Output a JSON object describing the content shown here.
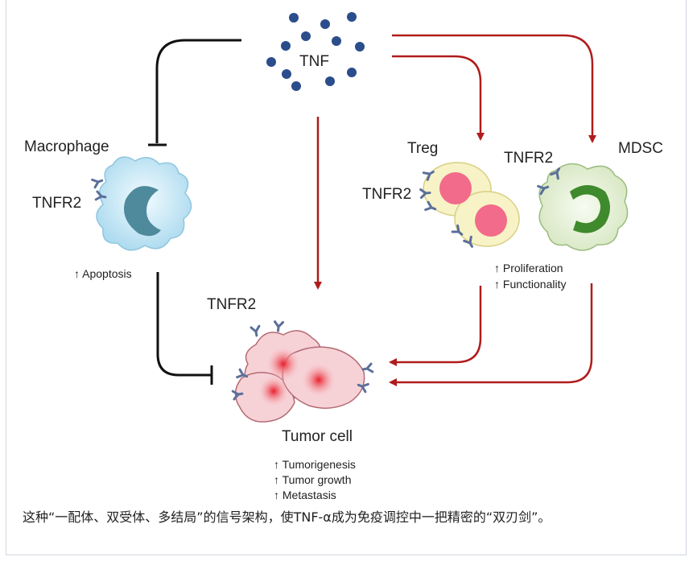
{
  "diagram": {
    "center": "TNF",
    "nodes": {
      "macrophage": {
        "name": "Macrophage",
        "receptor": "TNFR2",
        "effect": "↑ Apoptosis"
      },
      "treg": {
        "name": "Treg",
        "receptor": "TNFR2"
      },
      "mdsc": {
        "name": "MDSC",
        "receptor": "TNFR2"
      },
      "treg_mdsc_effects": [
        "↑ Proliferation",
        "↑ Functionality"
      ],
      "tumor": {
        "name": "Tumor cell",
        "receptor": "TNFR2",
        "effects": [
          "↑ Tumorigenesis",
          "↑ Tumor growth",
          "↑ Metastasis"
        ]
      }
    },
    "colors": {
      "activation": "#b01c1c",
      "inhibition": "#111111",
      "tnf_dot": "#2b4d8c",
      "macrophage": "#bfe3f2",
      "treg": "#f7f3c6",
      "treg_nucleus": "#f26b8a",
      "mdsc": "#e4efd6",
      "mdsc_nucleus": "#3f8a2c",
      "tumor": "#f6d2d6",
      "receptor": "#5a6f9a"
    }
  },
  "caption": "这种“一配体、双受体、多结局”的信号架构，使TNF-α成为免疫调控中一把精密的“双刃剑”。"
}
